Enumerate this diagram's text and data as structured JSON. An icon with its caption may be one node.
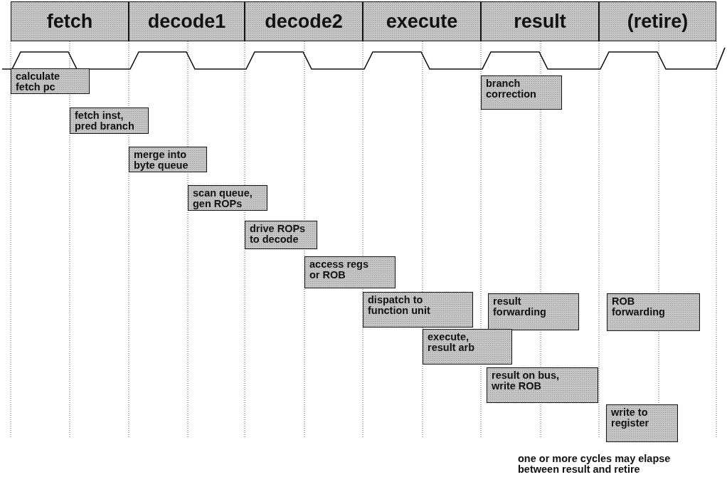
{
  "diagram": {
    "nodes": [
      {
        "text": [
          "fetch"
        ]
      },
      {
        "text": [
          "decode1"
        ]
      },
      {
        "text": [
          "decode2"
        ]
      },
      {
        "text": [
          "execute"
        ]
      },
      {
        "text": [
          "result"
        ]
      },
      {
        "text": [
          "(retire)"
        ]
      },
      {
        "text": [
          "calculate fetch pc"
        ]
      },
      {
        "text": [
          "branch correction"
        ]
      },
      {
        "text": [
          "fetch inst, pred branch"
        ]
      },
      {
        "text": [
          "merge into byte queue"
        ]
      },
      {
        "text": [
          "scan queue, gen ROPs"
        ]
      },
      {
        "text": [
          "drive ROPs to decode"
        ]
      },
      {
        "text": [
          "access regs or ROB"
        ]
      },
      {
        "text": [
          "dispatch to function unit"
        ]
      },
      {
        "text": [
          "result forwarding"
        ]
      },
      {
        "text": [
          "ROB forwarding"
        ]
      },
      {
        "text": [
          "execute, result arb"
        ]
      },
      {
        "text": [
          "result on bus, write ROB"
        ]
      },
      {
        "text": [
          "write to register"
        ]
      }
    ],
    "labels": [
      "one or more cycles may elapse between result and retire"
    ]
  }
}
